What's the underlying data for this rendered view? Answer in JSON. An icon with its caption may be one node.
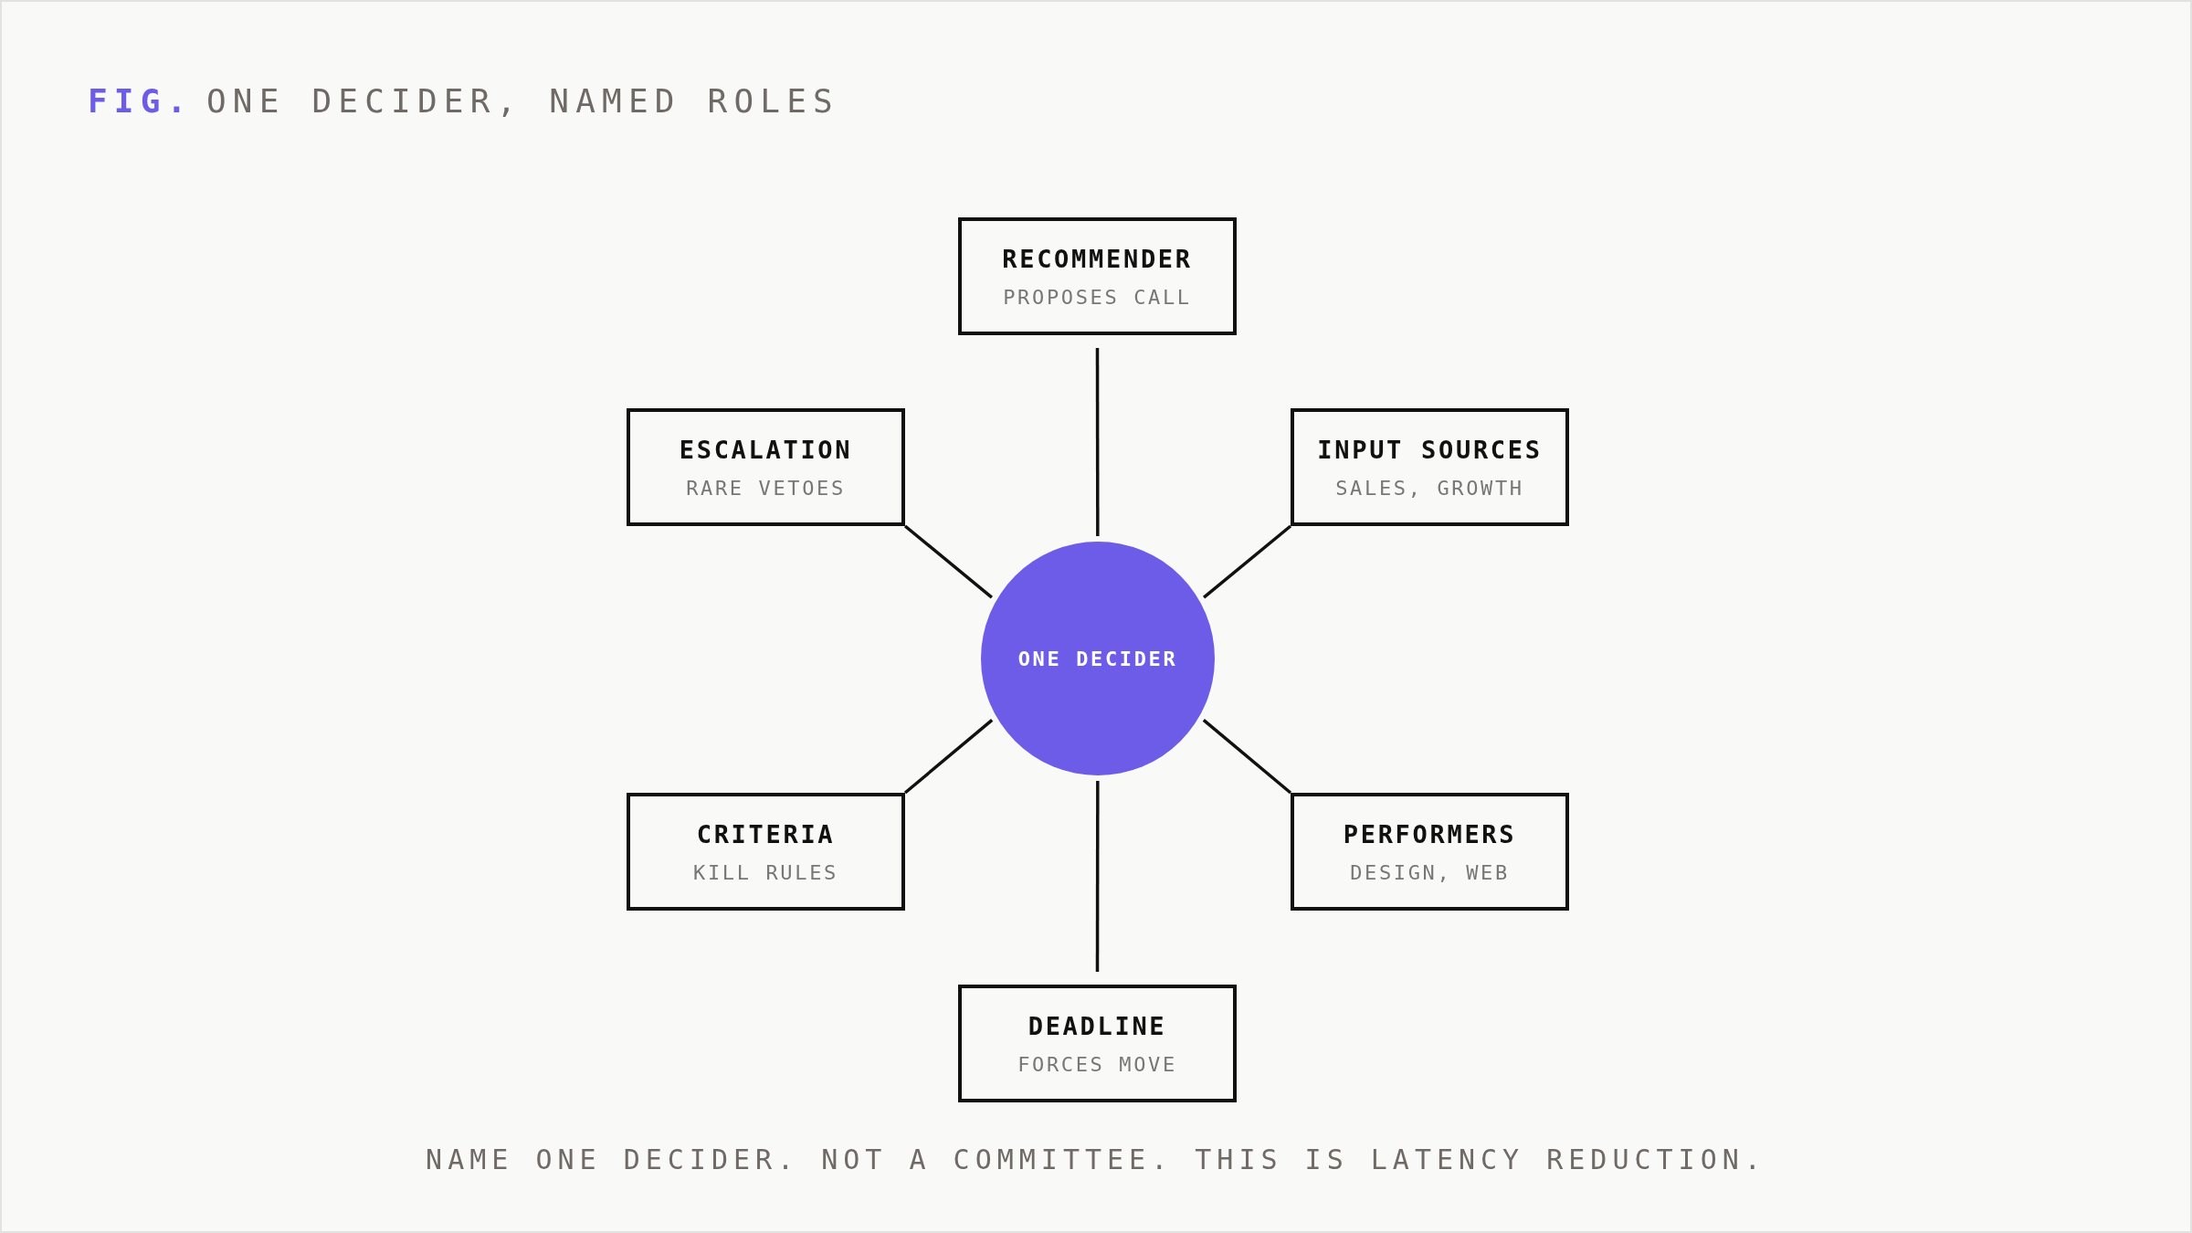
{
  "diagram": {
    "title": "ONE DECIDER, NAMED ROLES",
    "caption": "NAME ONE DECIDER. NOT A COMMITTEE. THIS IS LATENCY REDUCTION.",
    "labels": [
      "FIG."
    ],
    "nodes": [
      {
        "text": [
          "ONE DECIDER"
        ]
      },
      {
        "text": [
          "RECOMMENDER",
          "PROPOSES CALL"
        ]
      },
      {
        "text": [
          "ESCALATION",
          "RARE VETOES"
        ]
      },
      {
        "text": [
          "INPUT SOURCES",
          "SALES, GROWTH"
        ]
      },
      {
        "text": [
          "CRITERIA",
          "KILL RULES"
        ]
      },
      {
        "text": [
          "PERFORMERS",
          "DESIGN, WEB"
        ]
      },
      {
        "text": [
          "DEADLINE",
          "FORCES MOVE"
        ]
      }
    ],
    "edges": [
      {
        "from": 0,
        "to": 1,
        "arrow": "none"
      },
      {
        "from": 0,
        "to": 2,
        "arrow": "none"
      },
      {
        "from": 0,
        "to": 3,
        "arrow": "none"
      },
      {
        "from": 0,
        "to": 4,
        "arrow": "none"
      },
      {
        "from": 0,
        "to": 5,
        "arrow": "none"
      },
      {
        "from": 0,
        "to": 6,
        "arrow": "none"
      }
    ]
  }
}
